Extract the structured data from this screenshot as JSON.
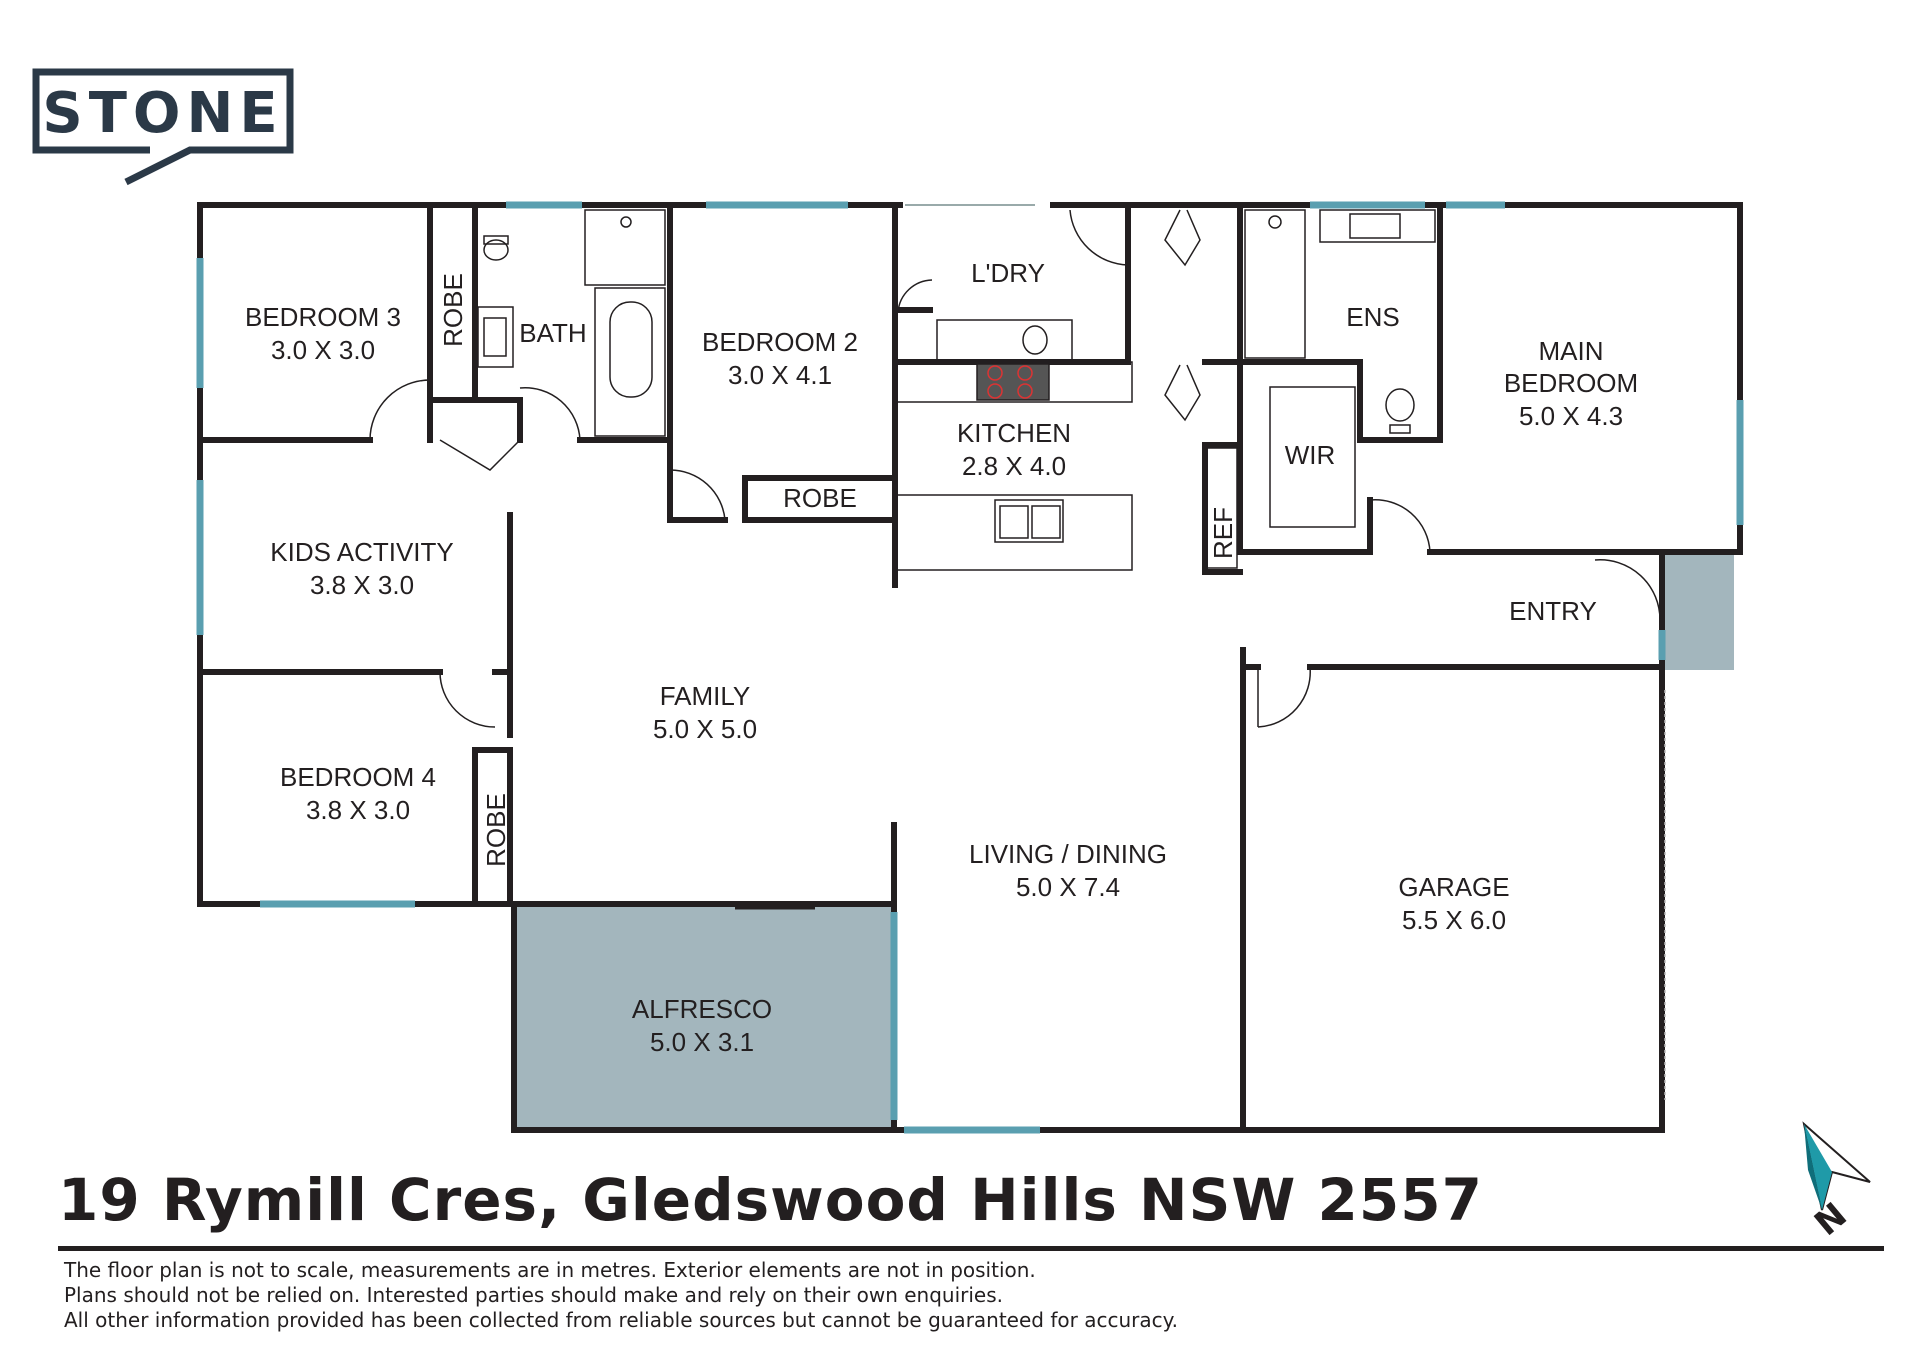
{
  "brand": {
    "logo_text": "STONE",
    "color": "#2b3947"
  },
  "colors": {
    "wall": "#231f20",
    "window": "#5a9fb0",
    "outdoor_fill": "#a3b6bd"
  },
  "rooms": {
    "bedroom3": {
      "name": "BEDROOM 3",
      "size": "3.0 X 3.0"
    },
    "robe_bed3": {
      "name": "ROBE"
    },
    "bath": {
      "name": "BATH"
    },
    "bedroom2": {
      "name": "BEDROOM 2",
      "size": "3.0 X 4.1"
    },
    "robe_bed2": {
      "name": "ROBE"
    },
    "laundry": {
      "name": "L'DRY"
    },
    "kitchen": {
      "name": "KITCHEN",
      "size": "2.8 X 4.0"
    },
    "ref": {
      "name": "REF"
    },
    "ensuite": {
      "name": "ENS"
    },
    "wir": {
      "name": "WIR"
    },
    "main_bedroom": {
      "name_line1": "MAIN",
      "name_line2": "BEDROOM",
      "size": "5.0 X 4.3"
    },
    "entry": {
      "name": "ENTRY"
    },
    "kids_activity": {
      "name": "KIDS ACTIVITY",
      "size": "3.8 X 3.0"
    },
    "family": {
      "name": "FAMILY",
      "size": "5.0 X 5.0"
    },
    "bedroom4": {
      "name": "BEDROOM 4",
      "size": "3.8 X 3.0"
    },
    "robe_bed4": {
      "name": "ROBE"
    },
    "living_dining": {
      "name": "LIVING / DINING",
      "size": "5.0 X 7.4"
    },
    "garage": {
      "name": "GARAGE",
      "size": "5.5 X 6.0"
    },
    "alfresco": {
      "name": "ALFRESCO",
      "size": "5.0 X 3.1"
    }
  },
  "compass": {
    "label": "N"
  },
  "address": "19 Rymill Cres, Gledswood Hills NSW 2557",
  "disclaimer": [
    "The floor plan is not to scale, measurements are in metres. Exterior elements are not in position.",
    "Plans should not be relied on. Interested parties should make and rely on their own enquiries.",
    "All other information provided has been collected from reliable sources but cannot be guaranteed for accuracy."
  ]
}
